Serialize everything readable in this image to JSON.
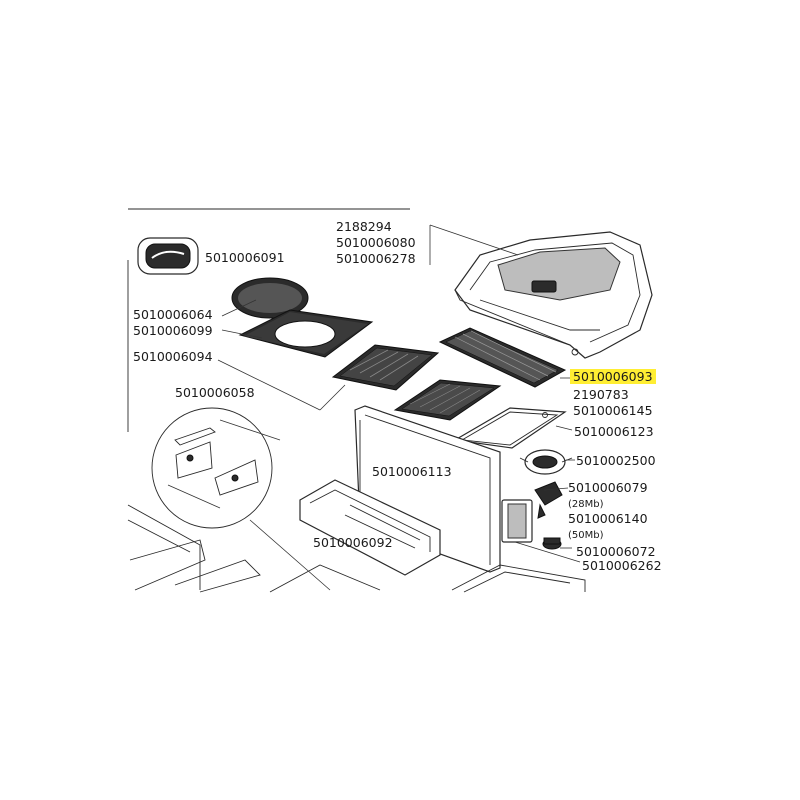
{
  "labels": {
    "p_2188294": "2188294",
    "p_5010006080": "5010006080",
    "p_5010006278": "5010006278",
    "p_5010006091": "5010006091",
    "p_5010006064": "5010006064",
    "p_5010006099": "5010006099",
    "p_5010006094": "5010006094",
    "p_5010006093": "5010006093",
    "p_2190783": "2190783",
    "p_5010006145": "5010006145",
    "p_5010006058": "5010006058",
    "p_5010006123": "5010006123",
    "p_5010002500": "5010002500",
    "p_5010006113": "5010006113",
    "p_5010006079": "5010006079",
    "p_28mb": "(28Mb)",
    "p_5010006140": "5010006140",
    "p_50mb": "(50Mb)",
    "p_5010006092": "5010006092",
    "p_5010006072": "5010006072",
    "p_5010006262": "5010006262"
  },
  "highlight_color": "#ffee33"
}
